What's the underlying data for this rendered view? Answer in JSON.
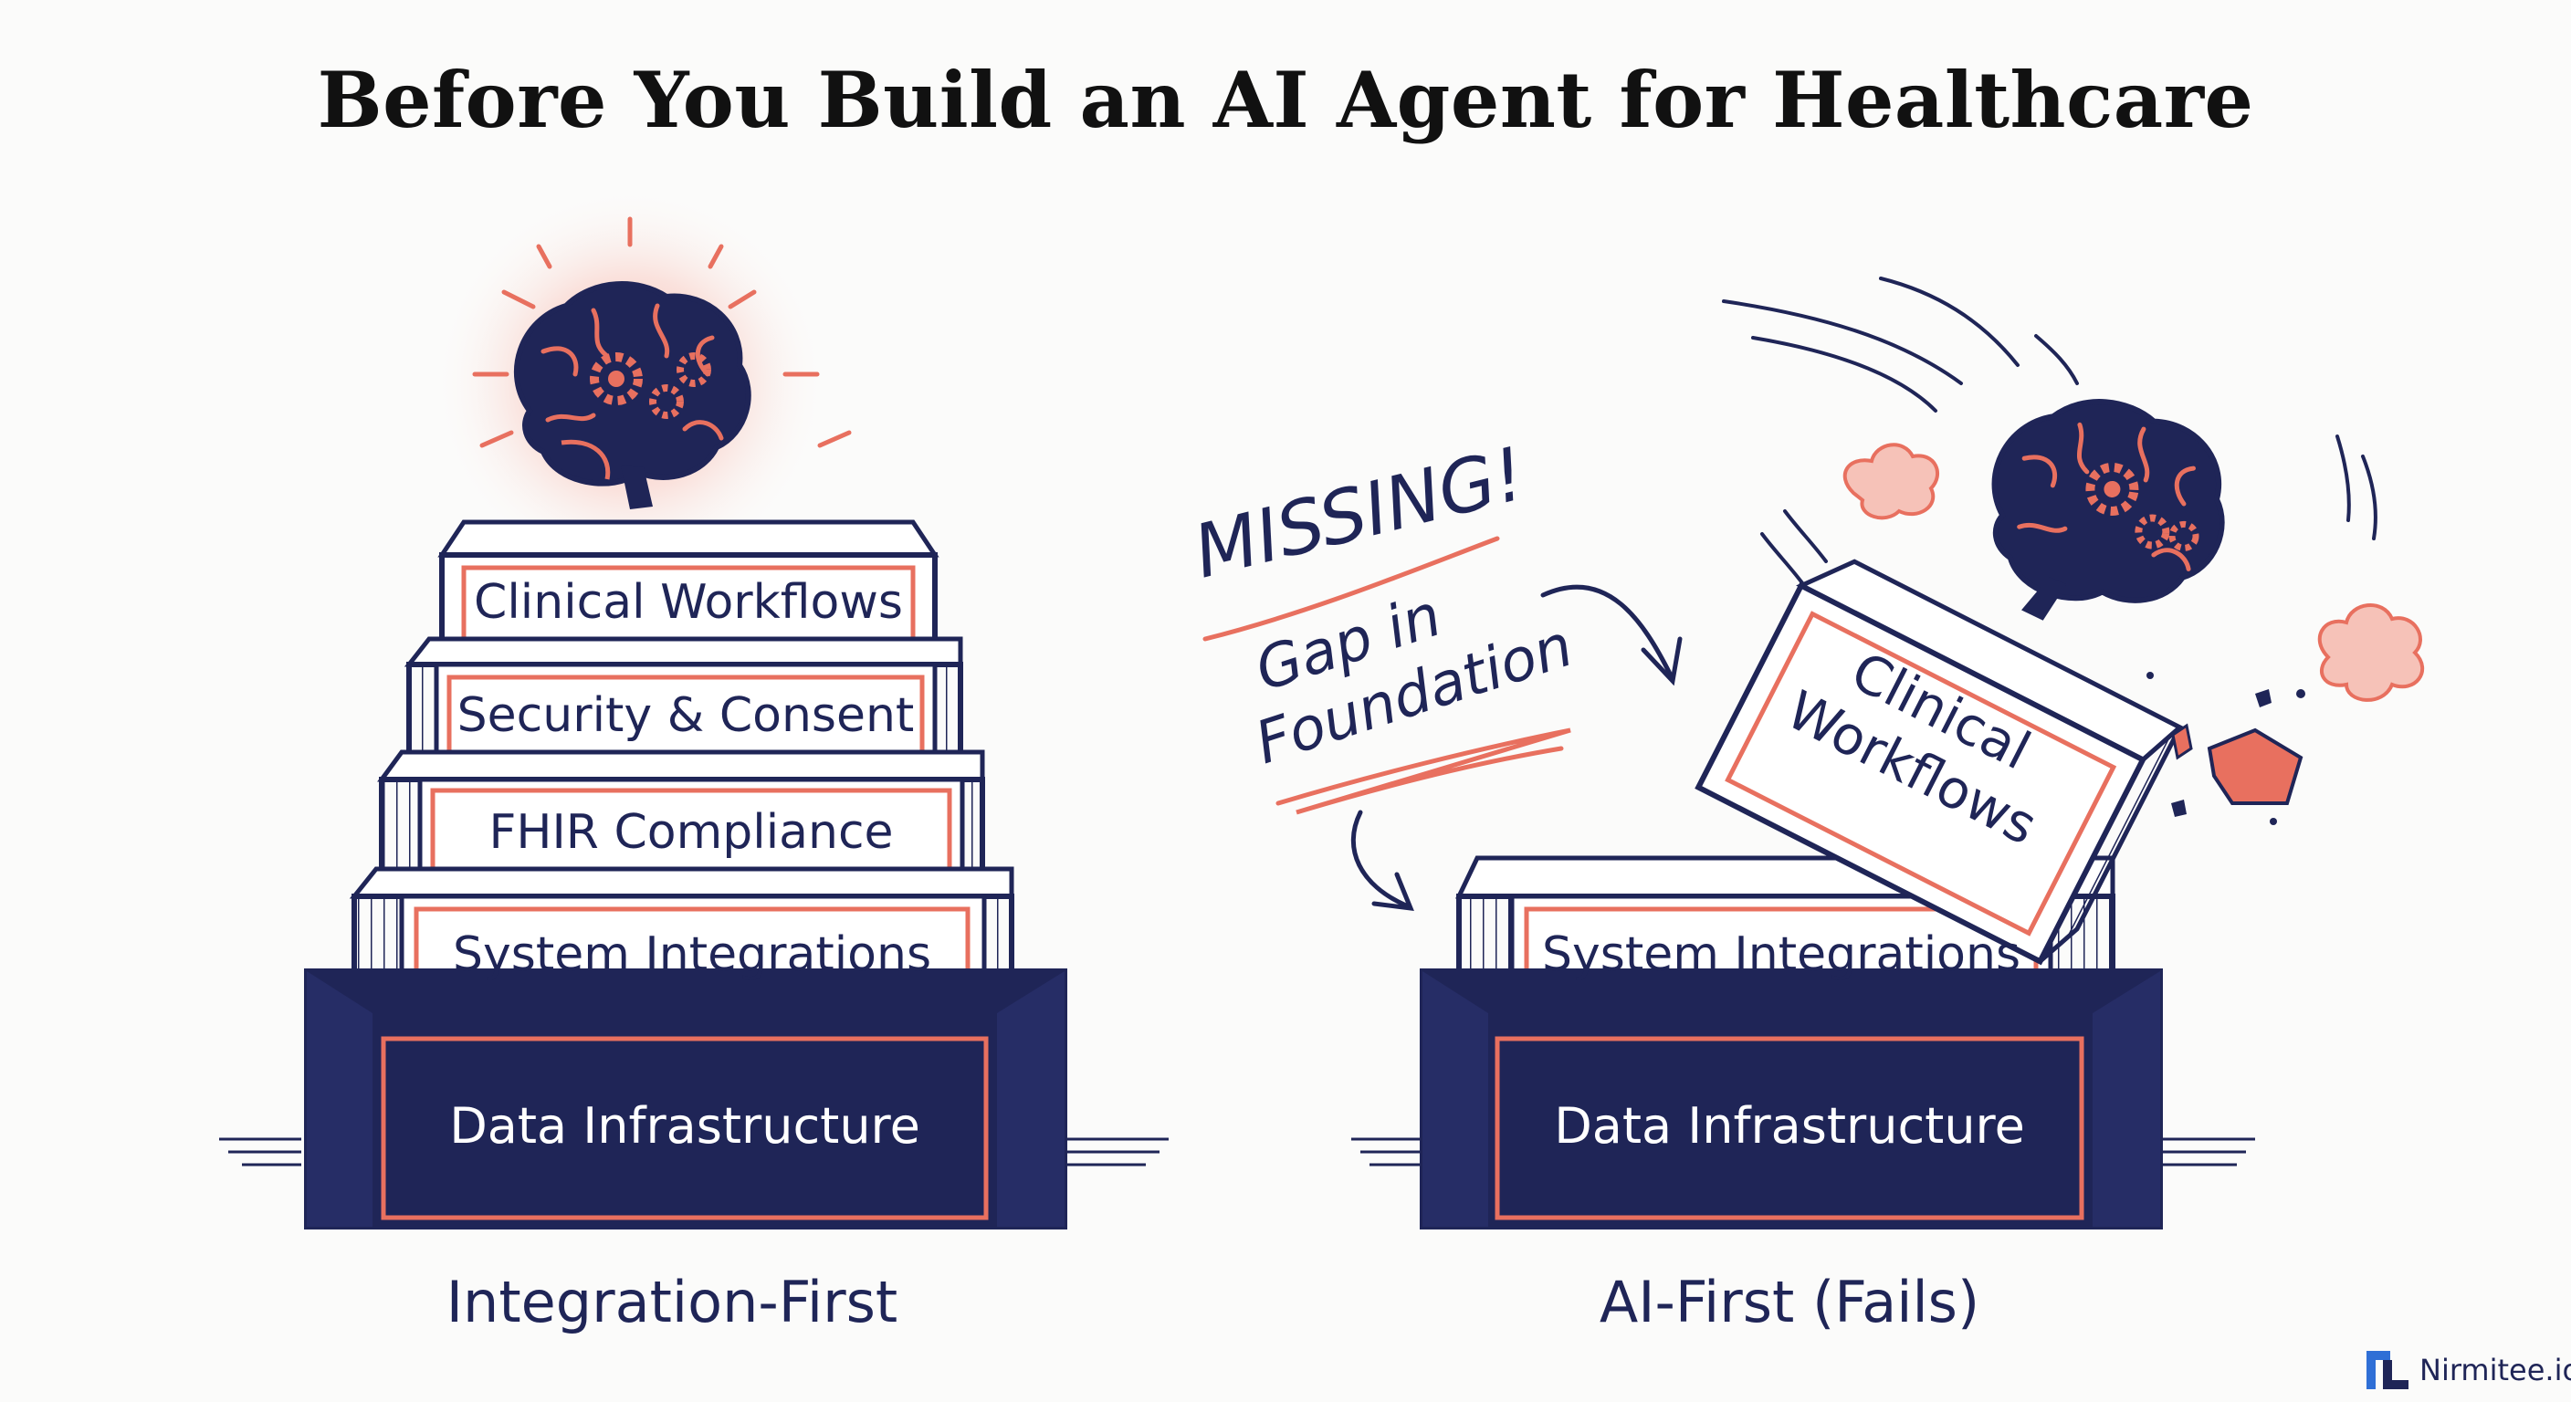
{
  "title": "Before You Build an AI Agent for Healthcare",
  "left_stack": {
    "caption": "Integration-First",
    "layers": [
      "Clinical Workflows",
      "Security & Consent",
      "FHIR Compliance",
      "System Integrations"
    ],
    "base": "Data Infrastructure"
  },
  "right_stack": {
    "caption": "AI-First (Fails)",
    "layers": [
      "System Integrations"
    ],
    "base": "Data Infrastructure",
    "falling_block": [
      "Clinical",
      "Workflows"
    ],
    "annotation_missing": "MISSING!",
    "annotation_gap": [
      "Gap in",
      "Foundation"
    ]
  },
  "brand": {
    "text": "Nirmitee.io",
    "logo_icon": "nirmitee-logo-icon"
  },
  "colors": {
    "navy": "#1f2557",
    "coral": "#e8705f",
    "glow": "#f7b3a8",
    "background": "#fbfbfa"
  }
}
